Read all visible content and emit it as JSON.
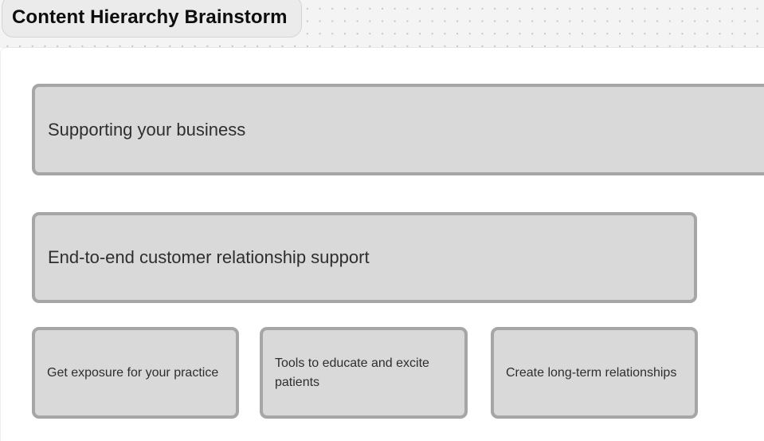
{
  "board": {
    "section_title": "Content Hierarchy Brainstorm"
  },
  "nodes": {
    "level1": {
      "label": "Supporting your business"
    },
    "level2": {
      "label": "End-to-end customer relationship support"
    },
    "level3": [
      {
        "label": "Get exposure for your practice"
      },
      {
        "label": "Tools to educate and excite patients"
      },
      {
        "label": "Create long-term relationships"
      }
    ]
  },
  "colors": {
    "canvas-bg": "#f4f4f4",
    "canvas-dot": "#c5c5c5",
    "section-bg": "#ffffff",
    "pill-bg": "#ebebeb",
    "pill-border": "#d4d4d4",
    "node-fill": "#d9d9d9",
    "node-border": "#a6a6a6",
    "text": "#2e2e2e",
    "title-text": "#0d0d0d"
  }
}
